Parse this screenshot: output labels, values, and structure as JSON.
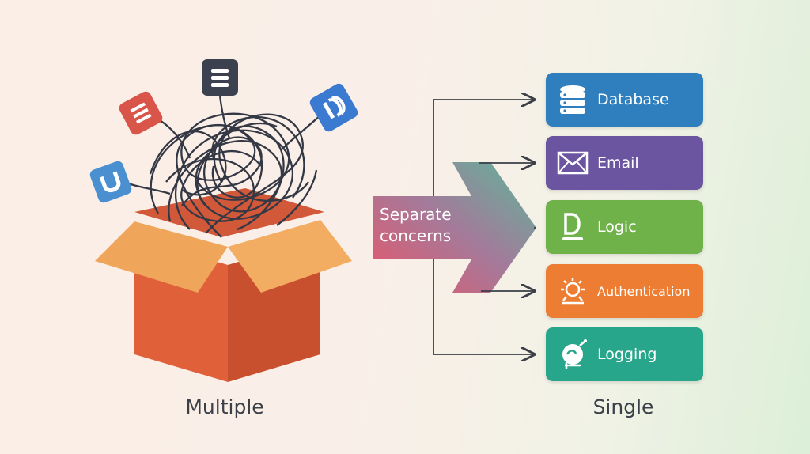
{
  "left_caption": "Multiple",
  "right_caption": "Single",
  "arrow_label_line1": "Separate",
  "arrow_label_line2": "concerns",
  "modules": [
    {
      "label": "Database",
      "icon": "database-icon",
      "color": "#2f7fbf"
    },
    {
      "label": "Email",
      "icon": "envelope-icon",
      "color": "#6b55a0"
    },
    {
      "label": "Logic",
      "icon": "logic-icon",
      "color": "#6fb24a"
    },
    {
      "label": "Authentication",
      "icon": "sun-icon",
      "color": "#ec7d33"
    },
    {
      "label": "Logging",
      "icon": "logging-icon",
      "color": "#27a68b"
    }
  ],
  "box_colors": {
    "front": "#e0603a",
    "side": "#c9502f",
    "flap": "#f0a65a"
  },
  "tangle_icons": [
    {
      "icon": "list-icon",
      "color": "#d95449"
    },
    {
      "icon": "menu-icon",
      "color": "#3c4150"
    },
    {
      "icon": "stream-icon",
      "color": "#3b7ad1"
    },
    {
      "icon": "magnet-icon",
      "color": "#4a8fd0"
    }
  ]
}
